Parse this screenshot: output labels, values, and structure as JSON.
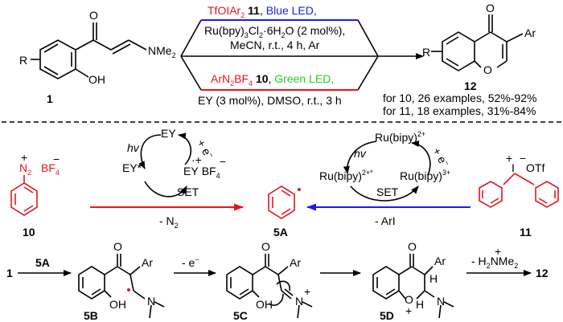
{
  "colors": {
    "red": "#e8141c",
    "blue": "#1c1cf0",
    "green": "#1fd11f",
    "black": "#000000"
  },
  "top": {
    "reactant_label": "1",
    "reactant_R": "R",
    "reactant_O": "O",
    "reactant_OH": "OH",
    "reactant_NMe2": "NMe",
    "reactant_NMe2_sub": "2",
    "cond_iodonium_reagent": "TfOIAr",
    "cond_iodonium_sub": "2",
    "cond_iodonium_num": "11",
    "cond_blue_led": "Blue LED,",
    "cond_ru_cat": "Ru(bpy)",
    "cond_ru_sub1": "3",
    "cond_ru_cl": "Cl",
    "cond_ru_sub2": "2",
    "cond_ru_rest": "·6H",
    "cond_ru_sub3": "2",
    "cond_ru_tail": "O (2 mol%),",
    "cond_mecn": "MeCN, r.t., 4 h, Ar",
    "cond_diazo_reagent": "ArN",
    "cond_diazo_sub1": "2",
    "cond_diazo_bf": "BF",
    "cond_diazo_sub2": "4",
    "cond_diazo_num": "10",
    "cond_green_led": "Green LED,",
    "cond_ey": "EY (3 mol%), DMSO, r.t., 3 h",
    "product_label": "12",
    "product_R": "R",
    "product_O_top": "O",
    "product_O_ring": "O",
    "product_Ar": "Ar",
    "scope_10": "for 10, 26 examples, 52%-92%",
    "scope_11": "for 11, 18 examples, 31%-84%"
  },
  "mid": {
    "ey_top": "EY",
    "ey_star": "EY*",
    "ey_radical": "EY",
    "ey_bf4": "BF",
    "ey_hv": "hv",
    "ey_plus_e": "+ e",
    "ey_set": "SET",
    "ey_minus_n2": "- N",
    "ey_n2_sub": "2",
    "diazonium_label": "10",
    "diazonium_bf4": "BF",
    "radical_label": "5A",
    "ru_top": "Ru(bipy)",
    "ru_top_sup": "2+",
    "ru_star": "Ru(bipy)",
    "ru_star_sup": "2+*",
    "ru_3plus": "Ru(bipy)",
    "ru_3plus_sup": "3+",
    "ru_hv": "hv",
    "ru_plus_e": "+ e",
    "ru_set": "SET",
    "ru_minus_ari": "- ArI",
    "iodonium_label": "11",
    "iodonium_otf": "OTf",
    "iodonium_I": "I"
  },
  "bottom": {
    "start_label": "1",
    "arrow1_label": "5A",
    "int_5b": "5B",
    "int_5b_oh": "OH",
    "int_5b_O": "O",
    "int_5b_Ar": "Ar",
    "int_5b_N": "N",
    "arrow2_label": "- e",
    "int_5c": "5C",
    "int_5c_oh": "OH",
    "int_5c_O": "O",
    "int_5c_Ar": "Ar",
    "int_5c_N": "N",
    "int_5d": "5D",
    "int_5d_O": "O",
    "int_5d_H1": "H",
    "int_5d_H2": "H",
    "int_5d_Ar": "Ar",
    "int_5d_N": "N",
    "arrow4_label": "- H",
    "arrow4_sub": "2",
    "arrow4_nme": "NMe",
    "arrow4_sub2": "2",
    "final_label": "12"
  }
}
